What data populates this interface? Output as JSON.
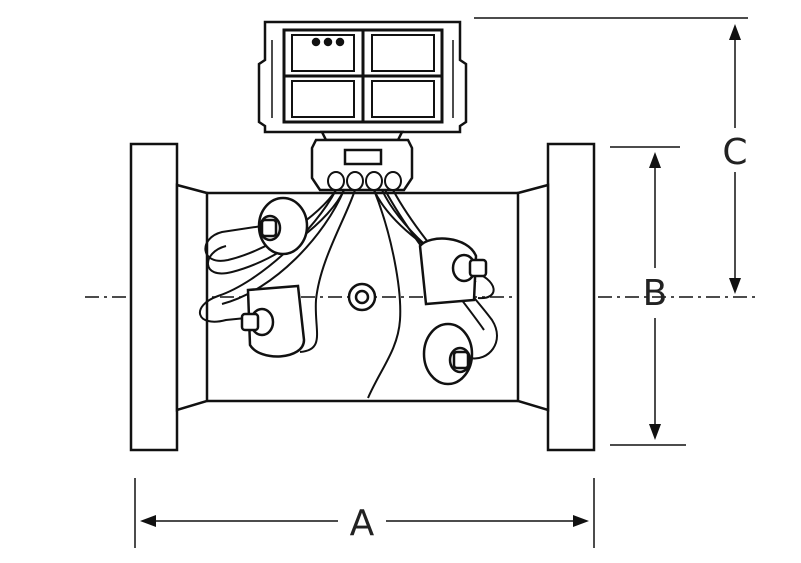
{
  "diagram": {
    "dimension_labels": {
      "a": "A",
      "b": "B",
      "c": "C"
    },
    "line_color": "#111111",
    "background_color": "#ffffff"
  }
}
